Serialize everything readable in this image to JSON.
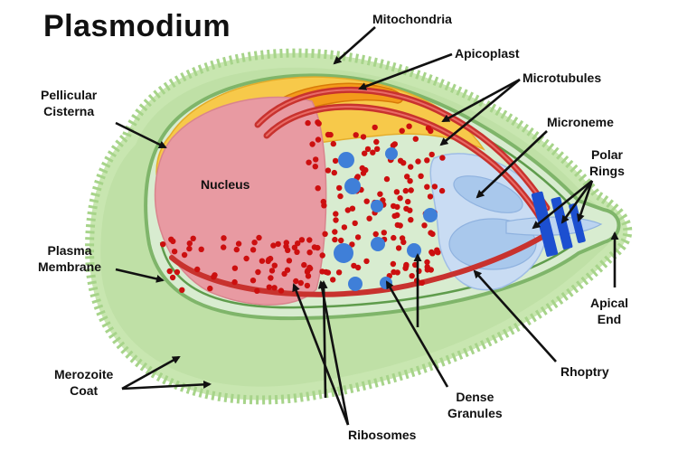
{
  "title": "Plasmodium",
  "labels": {
    "mitochondria": "Mitochondria",
    "apicoplast": "Apicoplast",
    "microtubules": "Microtubules",
    "microneme": "Microneme",
    "polar_rings": [
      "Polar",
      "Rings"
    ],
    "pellicular_cisterna": [
      "Pellicular",
      "Cisterna"
    ],
    "nucleus": "Nucleus",
    "plasma_membrane": [
      "Plasma",
      "Membrane"
    ],
    "apical_end": [
      "Apical",
      "End"
    ],
    "rhoptry": "Rhoptry",
    "merozoite_coat": [
      "Merozoite",
      "Coat"
    ],
    "dense_granules": [
      "Dense",
      "Granules"
    ],
    "ribosomes": "Ribosomes"
  },
  "colors": {
    "coat": "#bfe0a6",
    "cytoplasm": "#d8ecd0",
    "membrane": "#7fb56a",
    "mitochondria": "#f7c94a",
    "apicoplast": "#f39a1a",
    "nucleus": "#e89aa2",
    "microtubules": "#c8322e",
    "ribosomes": "#cc0f0f",
    "dense_granules": "#3f7fd8",
    "rhoptry": "#a9c8ec",
    "polar_rings": "#1c4fd0",
    "arrow": "#111111"
  }
}
